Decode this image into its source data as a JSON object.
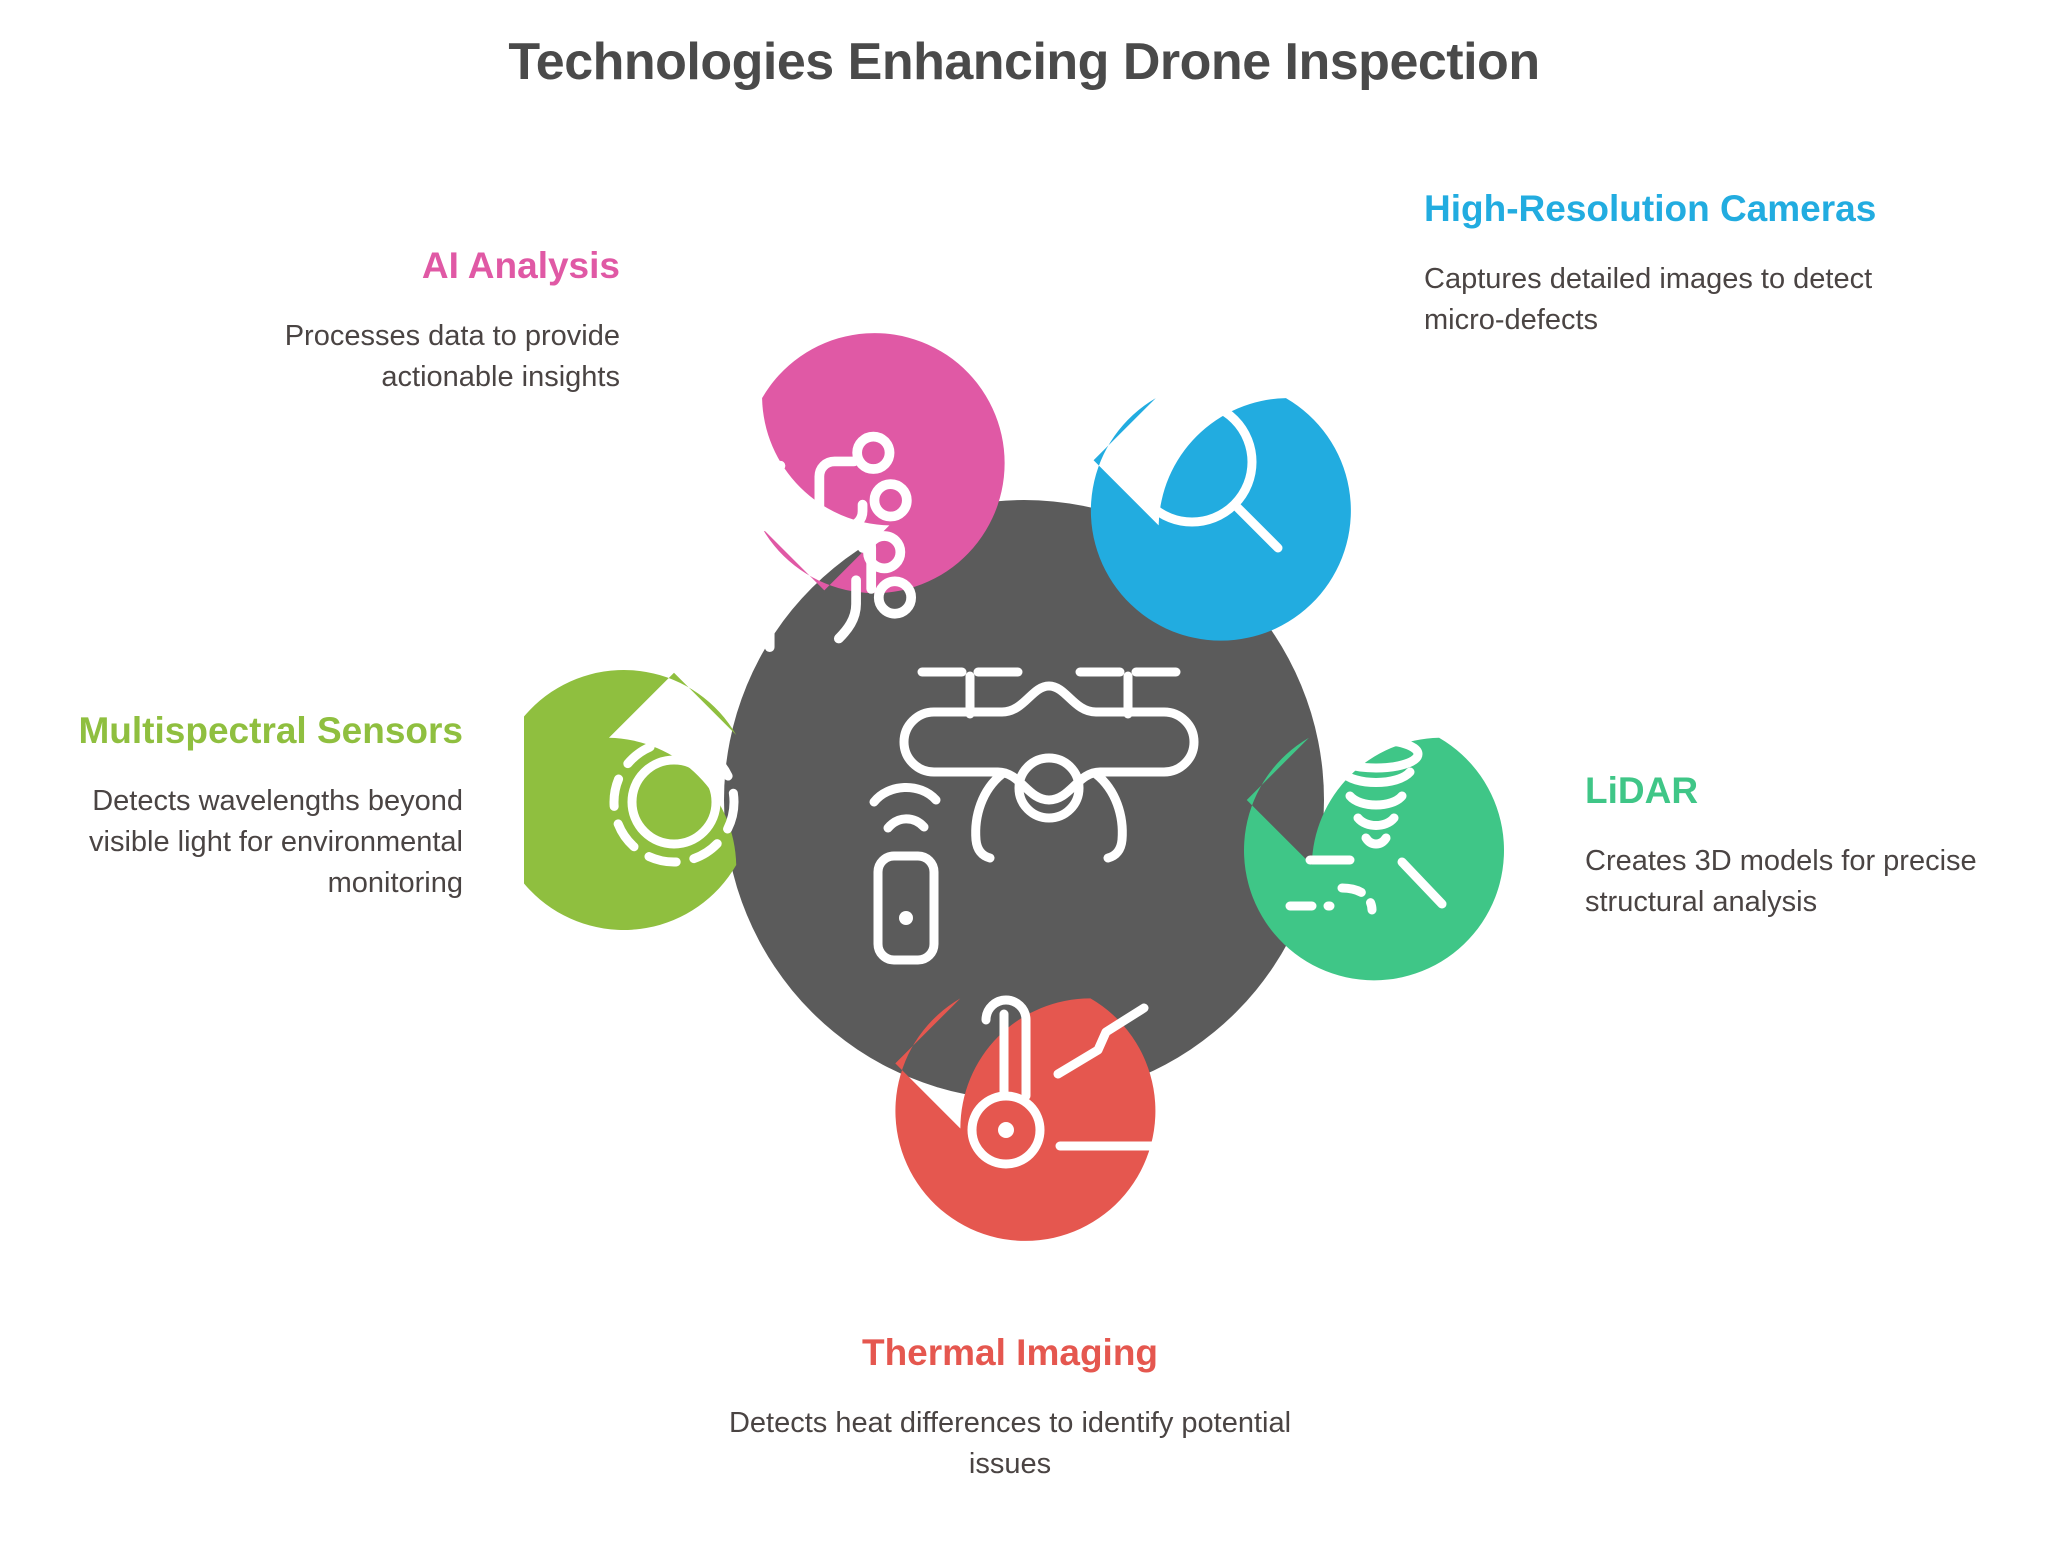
{
  "title": "Technologies Enhancing Drone Inspection",
  "colors": {
    "title": "#4a4a4a",
    "center_hub": "#5b5b5b",
    "ai_analysis": "#e059a5",
    "high_res_cameras": "#22ace0",
    "multispectral": "#8fbf3f",
    "lidar": "#3fc687",
    "thermal": "#e5574f",
    "body_text": "#4a4443",
    "background": "#ffffff"
  },
  "center": {
    "icon": "drone-with-remote-control-icon"
  },
  "nodes": [
    {
      "id": "ai-analysis",
      "heading": "AI Analysis",
      "description": "Processes data to provide actionable insights",
      "color": "#e059a5",
      "icon": "ai-head-circuit-icon",
      "position": "top-left"
    },
    {
      "id": "high-resolution-cameras",
      "heading": "High-Resolution Cameras",
      "description": "Captures detailed images to detect micro-defects",
      "color": "#22ace0",
      "icon": "magnifying-glass-icon",
      "position": "top-right"
    },
    {
      "id": "multispectral-sensors",
      "heading": "Multispectral Sensors",
      "description": "Detects wavelengths beyond visible light for environmental monitoring",
      "color": "#8fbf3f",
      "icon": "concentric-circle-sensor-icon",
      "position": "left"
    },
    {
      "id": "lidar",
      "heading": "LiDAR",
      "description": "Creates 3D models for precise structural analysis",
      "color": "#3fc687",
      "icon": "lidar-scan-cone-icon",
      "position": "right"
    },
    {
      "id": "thermal-imaging",
      "heading": "Thermal Imaging",
      "description": "Detects heat differences to identify potential issues",
      "color": "#e5574f",
      "icon": "thermometer-trend-icon",
      "position": "bottom"
    }
  ]
}
